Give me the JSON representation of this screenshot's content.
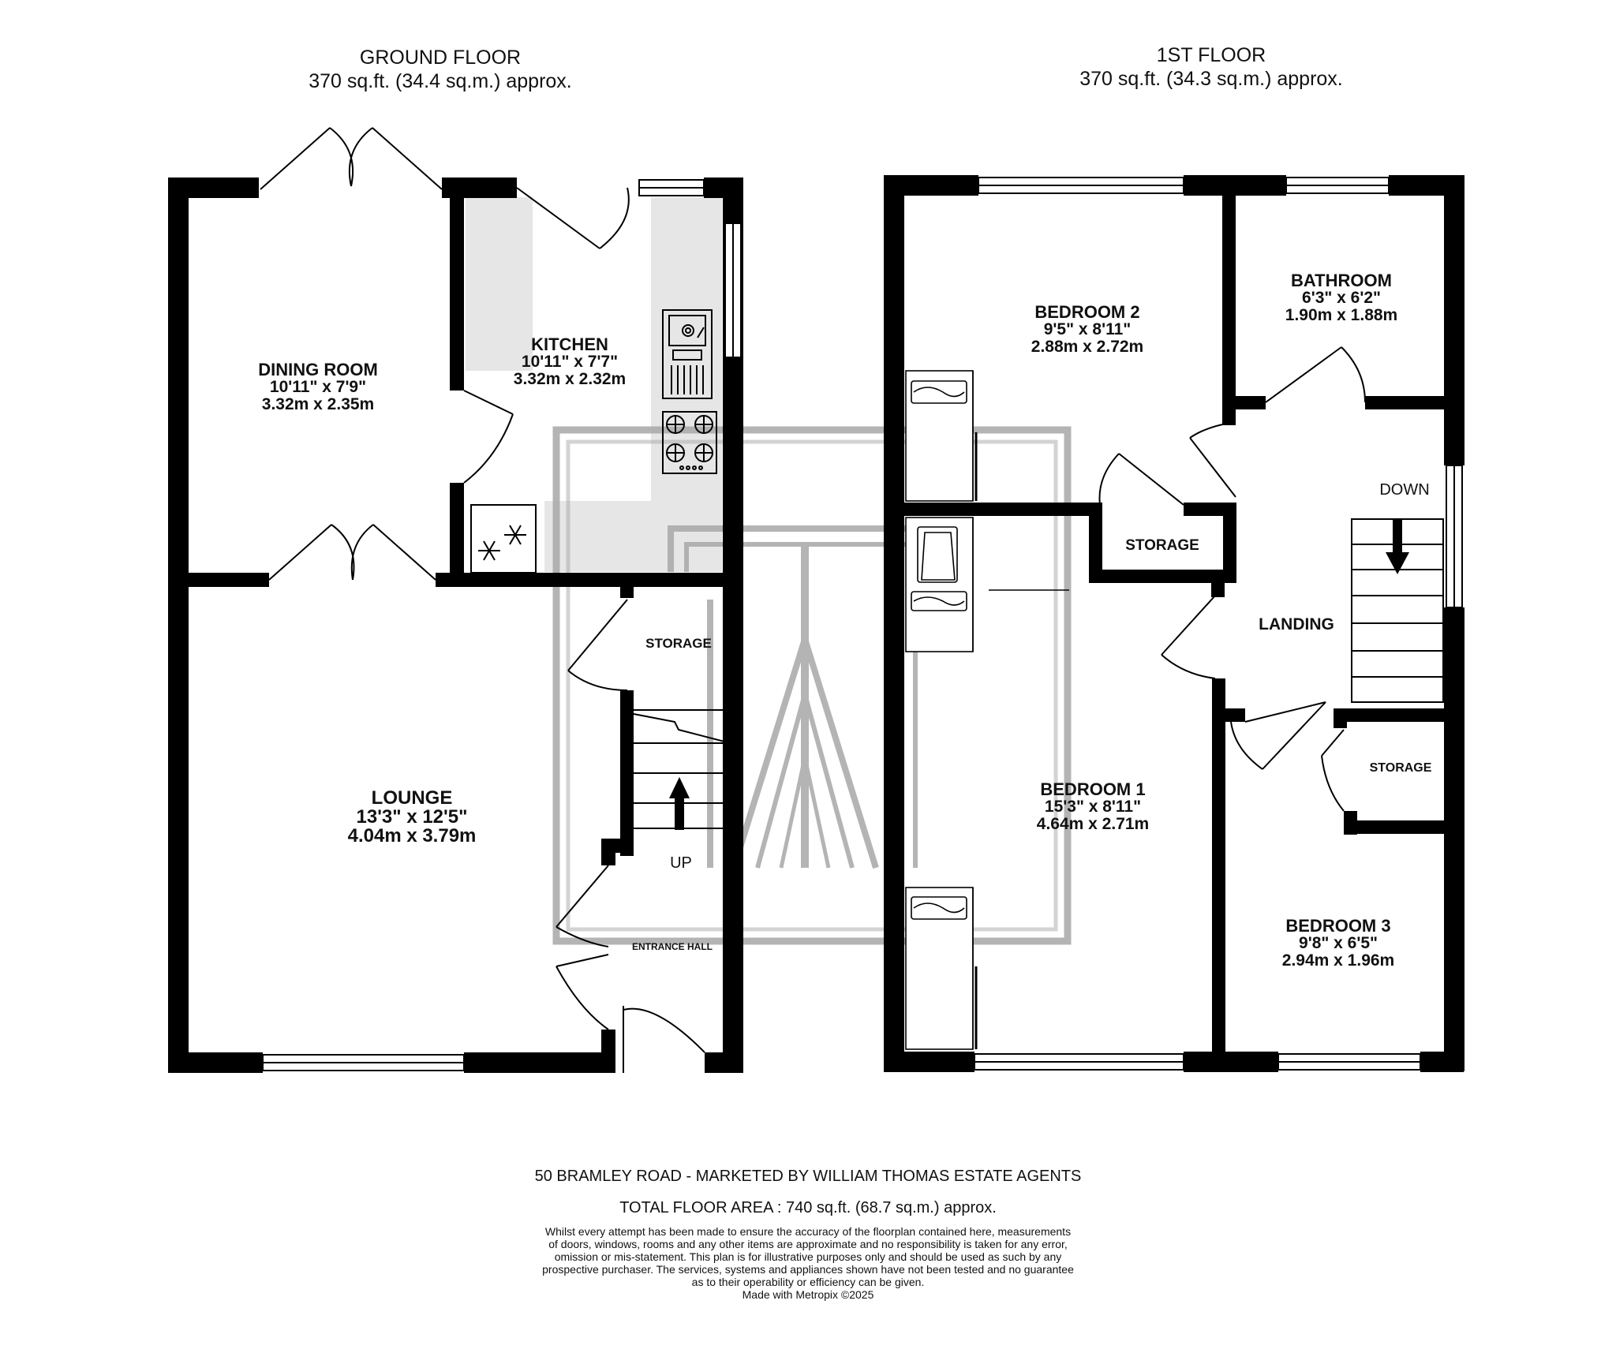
{
  "ground_floor": {
    "title": "GROUND FLOOR",
    "area": "370 sq.ft. (34.4 sq.m.) approx.",
    "rooms": {
      "dining": {
        "name": "DINING ROOM",
        "imperial": "10'11\"  x 7'9\"",
        "metric": "3.32m  x 2.35m"
      },
      "kitchen": {
        "name": "KITCHEN",
        "imperial": "10'11\"  x 7'7\"",
        "metric": "3.32m  x 2.32m"
      },
      "lounge": {
        "name": "LOUNGE",
        "imperial": "13'3\"  x 12'5\"",
        "metric": "4.04m  x 3.79m"
      },
      "storage": {
        "name": "STORAGE"
      },
      "entrance": {
        "name": "ENTRANCE HALL"
      }
    },
    "stairs_label": "UP"
  },
  "first_floor": {
    "title": "1ST FLOOR",
    "area": "370 sq.ft. (34.3 sq.m.) approx.",
    "rooms": {
      "bedroom2": {
        "name": "BEDROOM 2",
        "imperial": "9'5\"  x 8'11\"",
        "metric": "2.88m  x 2.72m"
      },
      "bathroom": {
        "name": "BATHROOM",
        "imperial": "6'3\"  x 6'2\"",
        "metric": "1.90m  x 1.88m"
      },
      "storage_a": {
        "name": "STORAGE"
      },
      "landing": {
        "name": "LANDING"
      },
      "bedroom1": {
        "name": "BEDROOM 1",
        "imperial": "15'3\"  x 8'11\"",
        "metric": "4.64m  x 2.71m"
      },
      "storage_b": {
        "name": "STORAGE"
      },
      "bedroom3": {
        "name": "BEDROOM 3",
        "imperial": "9'8\"  x 6'5\"",
        "metric": "2.94m  x 1.96m"
      }
    },
    "stairs_label": "DOWN"
  },
  "footer": {
    "address": "50 BRAMLEY ROAD - MARKETED BY WILLIAM THOMAS ESTATE AGENTS",
    "total": "TOTAL FLOOR AREA : 740 sq.ft. (68.7 sq.m.) approx.",
    "disclaimer_lines": [
      "Whilst every attempt has been made to ensure the accuracy of the floorplan contained here, measurements",
      "of doors, windows, rooms and any other items are approximate and no responsibility is taken for any error,",
      "omission or mis-statement. This plan is for illustrative purposes only and should be used as such by any",
      "prospective purchaser. The services, systems and appliances shown have not been tested and no guarantee",
      "as to their operability or efficiency can be given."
    ],
    "credit": "Made with Metropix ©2025"
  },
  "colors": {
    "wall": "#000000",
    "kitchen_fill": "#e6e6e6",
    "watermark": "#a8a8a8"
  },
  "icons": [
    "sink-icon",
    "hob-icon",
    "freezer-icon",
    "wardrobe-icon",
    "stairs-arrow-icon",
    "watermark-logo"
  ]
}
